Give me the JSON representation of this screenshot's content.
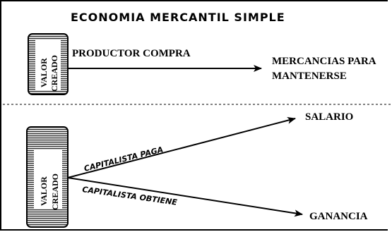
{
  "title": "ECONOMIA MERCANTIL SIMPLE",
  "top": {
    "coin_line1": "VALOR",
    "coin_line2": "CREADO",
    "action": "PRODUCTOR COMPRA",
    "target_line1": "MERCANCIAS PARA",
    "target_line2": "MANTENERSE"
  },
  "bottom": {
    "coin_line1": "VALOR",
    "coin_line2": "CREADO",
    "upper_branch_label": "CAPITALISTA PAGA",
    "upper_target": "SALARIO",
    "lower_branch_label": "CAPITALISTA OBTIENE",
    "lower_target": "GANANCIA"
  }
}
